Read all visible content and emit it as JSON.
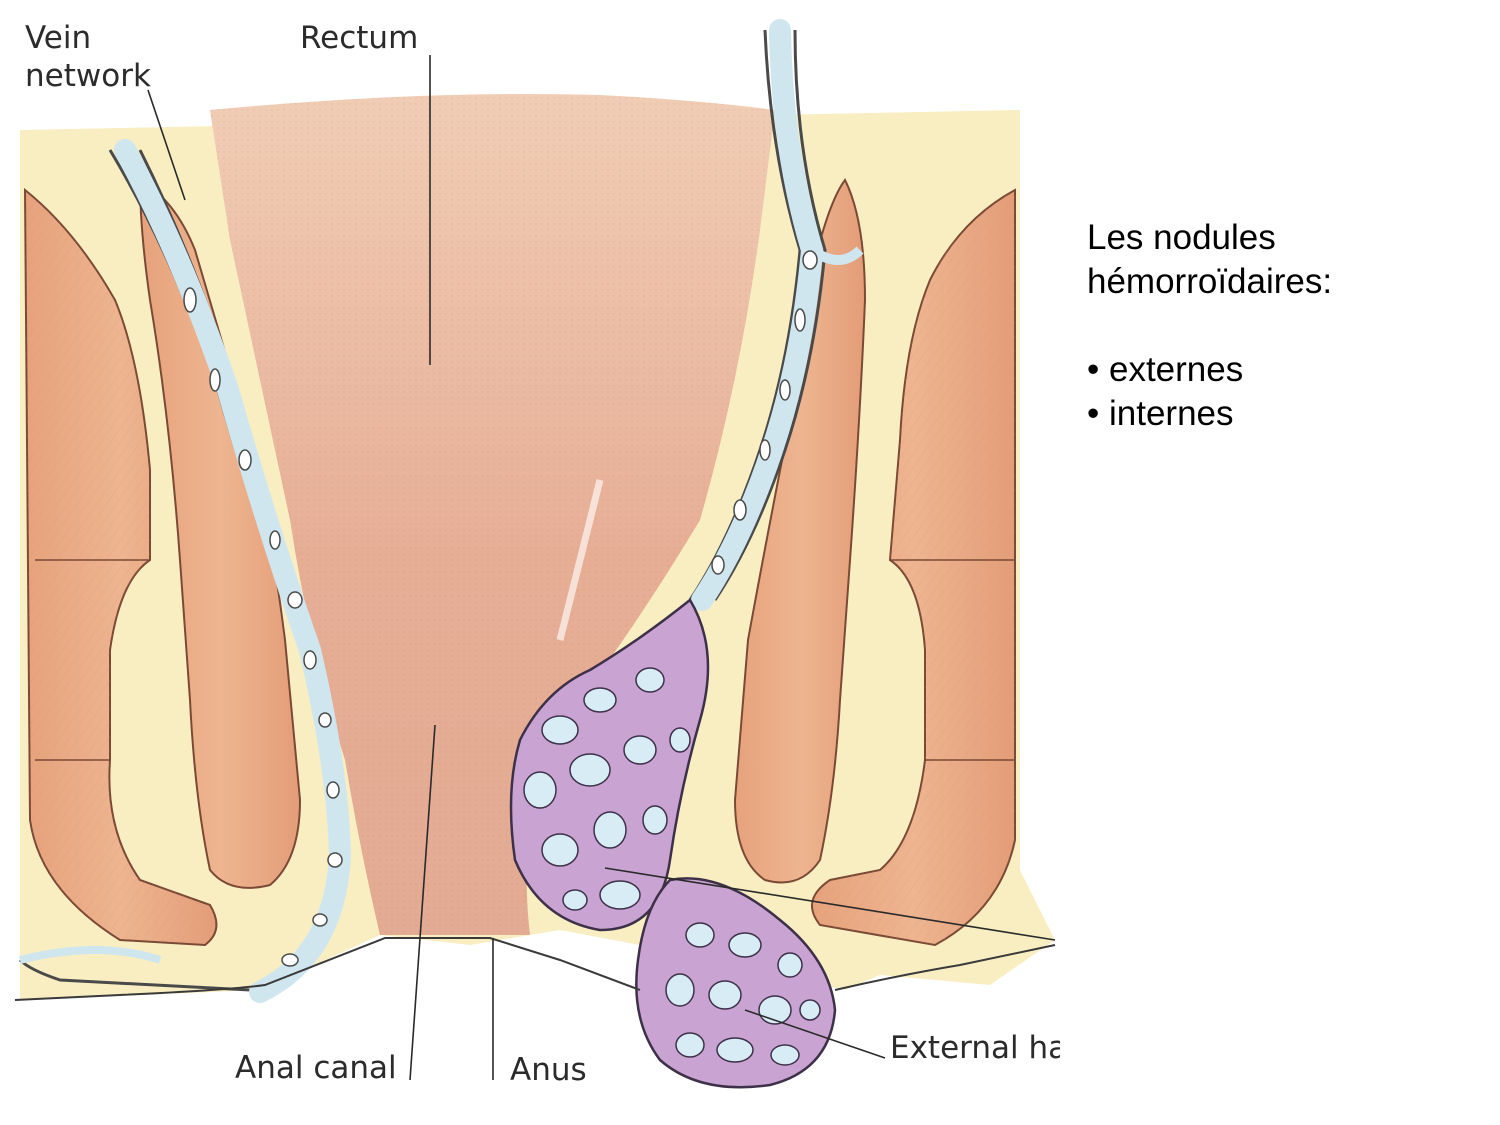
{
  "diagram": {
    "labels": {
      "vein_network_line1": "Vein",
      "vein_network_line2": "network",
      "rectum": "Rectum",
      "anal_canal": "Anal canal",
      "anus": "Anus",
      "external_ha": "External ha"
    }
  },
  "side_text": {
    "title_line1": "Les nodules",
    "title_line2": "hémorroïdaires:",
    "bullets": [
      "• externes",
      "• internes"
    ]
  }
}
